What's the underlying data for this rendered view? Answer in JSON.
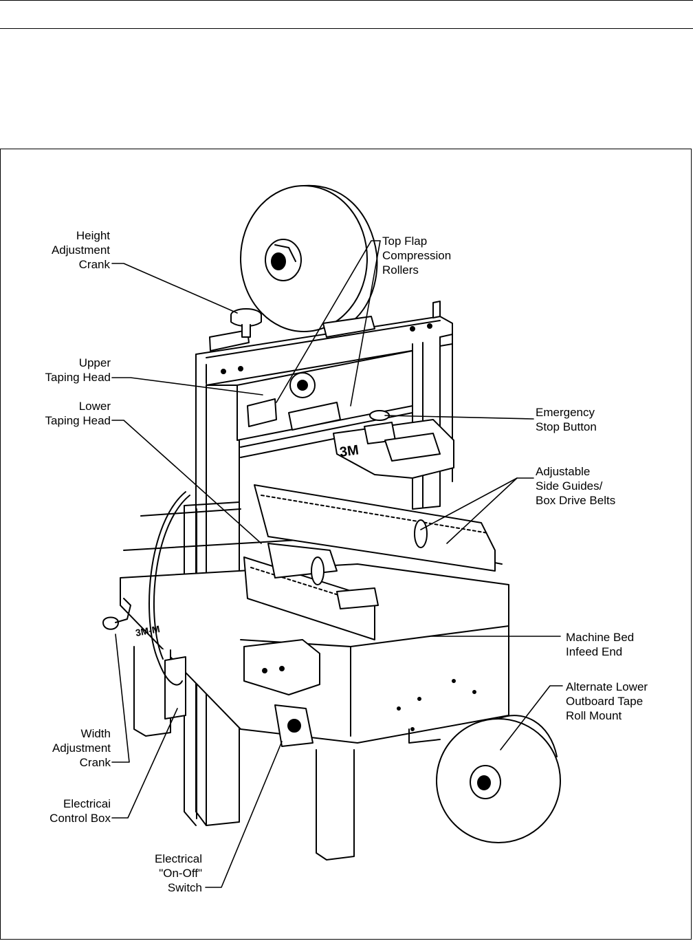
{
  "figure": {
    "labels": {
      "height_adjustment_crank": "Height\nAdjustment\nCrank",
      "upper_taping_head": "Upper\nTaping Head",
      "lower_taping_head": "Lower\nTaping Head",
      "width_adjustment_crank": "Width\nAdjustment\nCrank",
      "electrical_control_box": "Electricai\nControl Box",
      "on_off_switch": "Electrical\n\"On-Off\"\nSwitch",
      "top_flap_compression_rollers": "Top Flap\nCompression\nRollers",
      "emergency_stop_button": "Emergency\nStop Button",
      "adjustable_side_guides": "Adjustable\nSide Guides/\nBox Drive Belts",
      "machine_bed_infeed_end": "Machine Bed\nInfeed End",
      "alternate_lower_outboard_tape_roll_mount": "Alternate Lower\nOutboard Tape\nRoll Mount"
    },
    "machine_logo": "3M",
    "side_logo": "3M-M"
  }
}
